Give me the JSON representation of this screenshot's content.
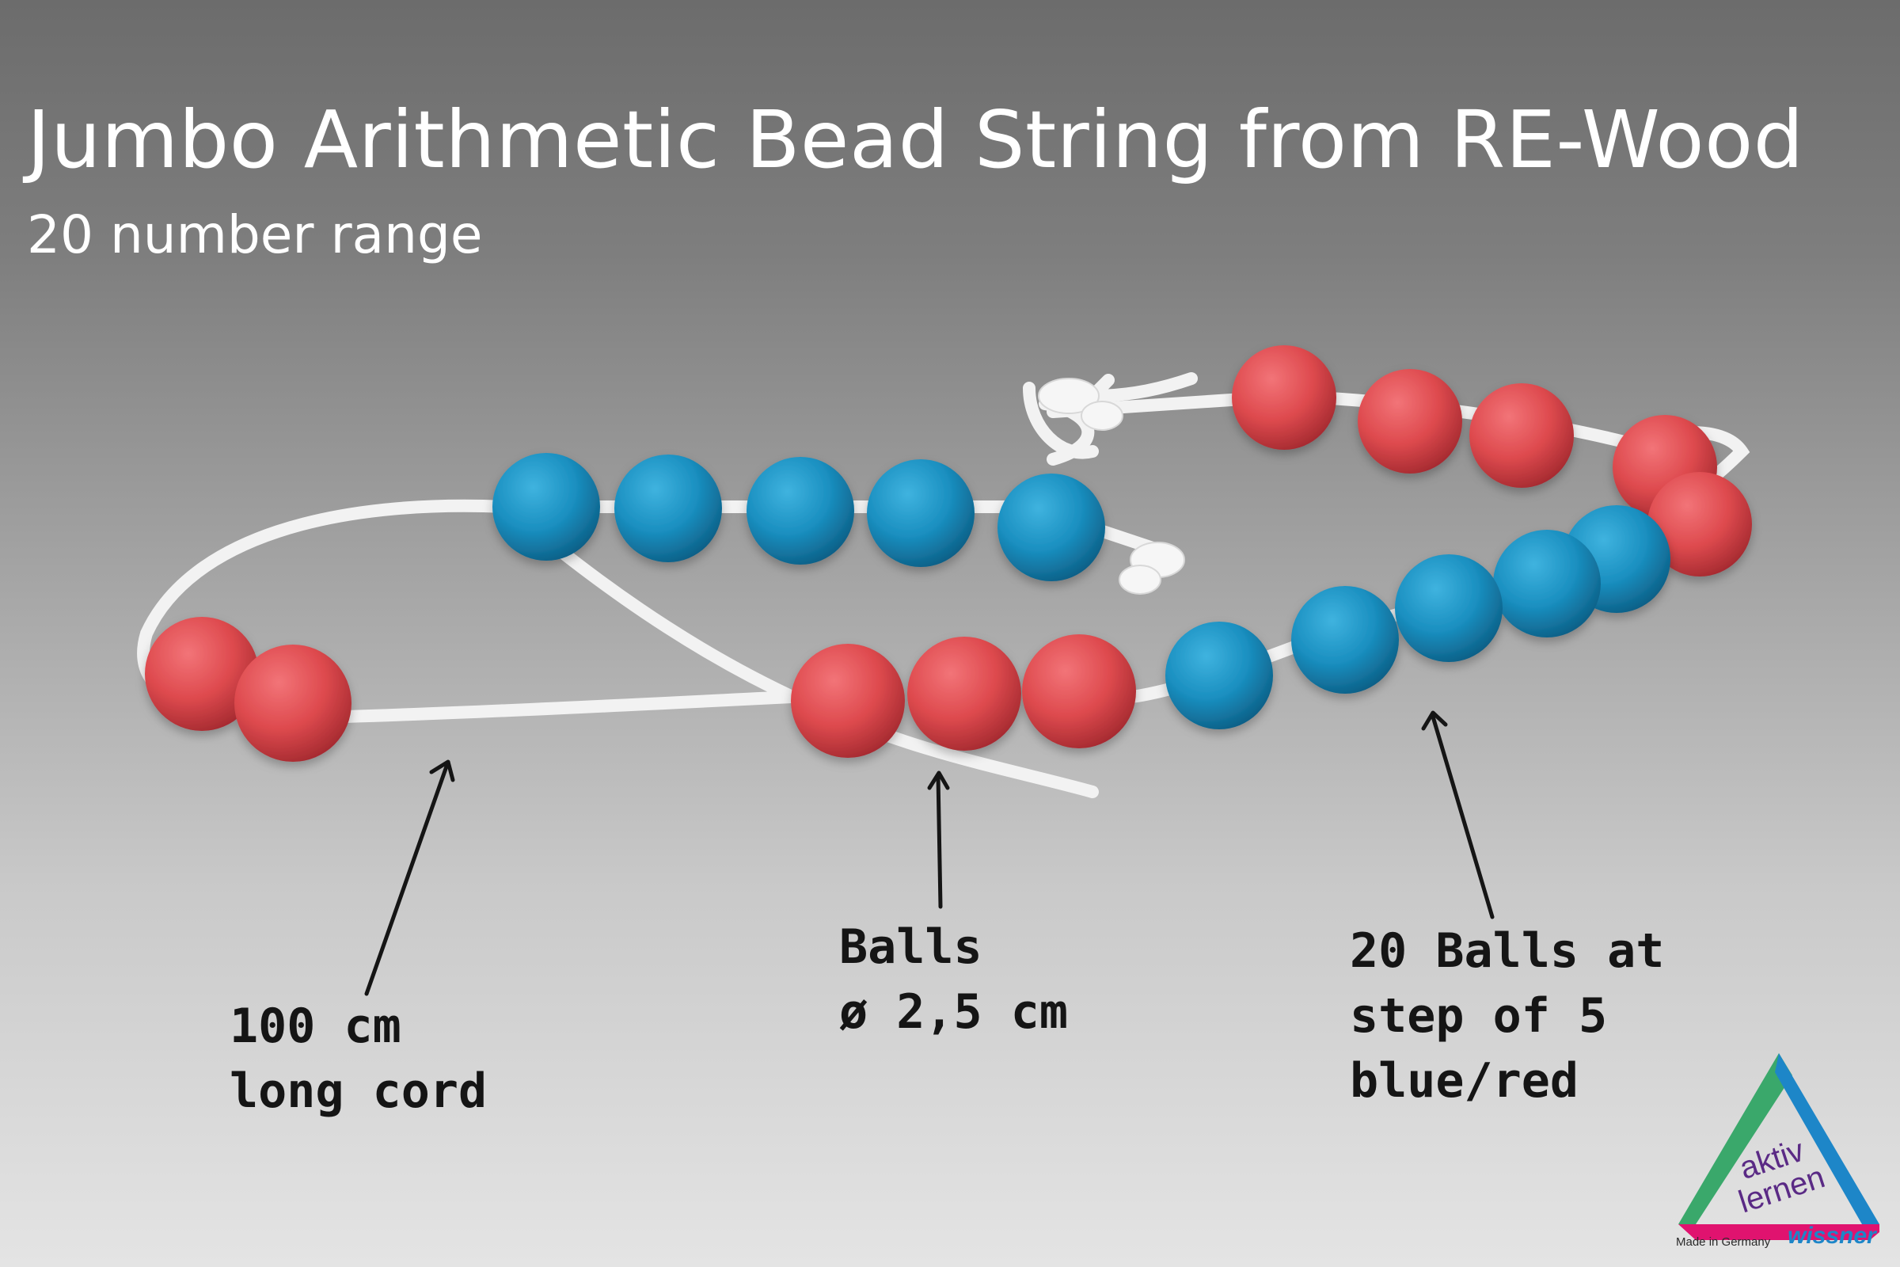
{
  "header": {
    "title": "Jumbo Arithmetic Bead String from RE-Wood",
    "subtitle": "20 number range"
  },
  "annotations": {
    "cord": {
      "line1": "100 cm",
      "line2": "long cord"
    },
    "balls": {
      "line1": "Balls",
      "line2": "ø 2,5 cm"
    },
    "step": {
      "line1": "20 Balls at",
      "line2": "step of 5",
      "line3": "blue/red"
    }
  },
  "logo": {
    "line1": "aktiv",
    "line2": "lernen",
    "made_in": "Made in Germany",
    "brand": "wissner"
  },
  "colors": {
    "bead_blue": "#1a8fc0",
    "bead_red": "#de4a4e",
    "cord": "#f4f4f4",
    "logo_green": "#3aa86b",
    "logo_blue": "#1d86c8",
    "logo_magenta": "#e0136f"
  }
}
